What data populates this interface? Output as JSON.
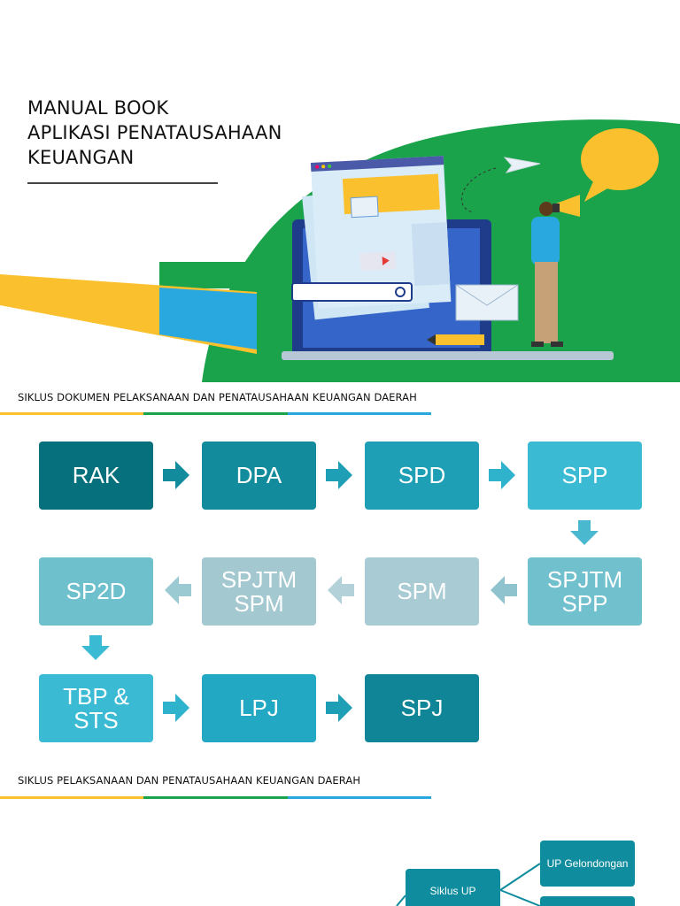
{
  "cover": {
    "title_lines": [
      "MANUAL BOOK",
      "APLIKASI PENATAUSAHAAN",
      "KEUANGAN"
    ]
  },
  "sections": {
    "doc_cycle_title": "SIKLUS DOKUMEN PELAKSANAAN DAN PENATAUSAHAAN KEUANGAN DAERAH",
    "exec_cycle_title": "SIKLUS PELAKSANAAN DAN PENATAUSAHAAN KEUANGAN DAERAH"
  },
  "flow": {
    "rak": "RAK",
    "dpa": "DPA",
    "spd": "SPD",
    "spp": "SPP",
    "spjtm_spp": [
      "SPJTM",
      "SPP"
    ],
    "spm": "SPM",
    "spjtm_spm": [
      "SPJTM",
      "SPM"
    ],
    "sp2d": "SP2D",
    "tbp_sts": [
      "TBP &",
      "STS"
    ],
    "lpj": "LPJ",
    "spj": "SPJ"
  },
  "up_diagram": {
    "siklus_up": "Siklus UP",
    "up_gelondongan": "UP Gelondongan"
  },
  "colors": {
    "green": "#1aa34a",
    "yellow": "#fbc02d",
    "blue": "#29a8e0",
    "dark_teal": "#06707c",
    "teal": "#128c9c",
    "light_teal": "#2fb3cd",
    "pale_teal": "#6ec0cc",
    "gray_teal": "#a3c8d0"
  }
}
